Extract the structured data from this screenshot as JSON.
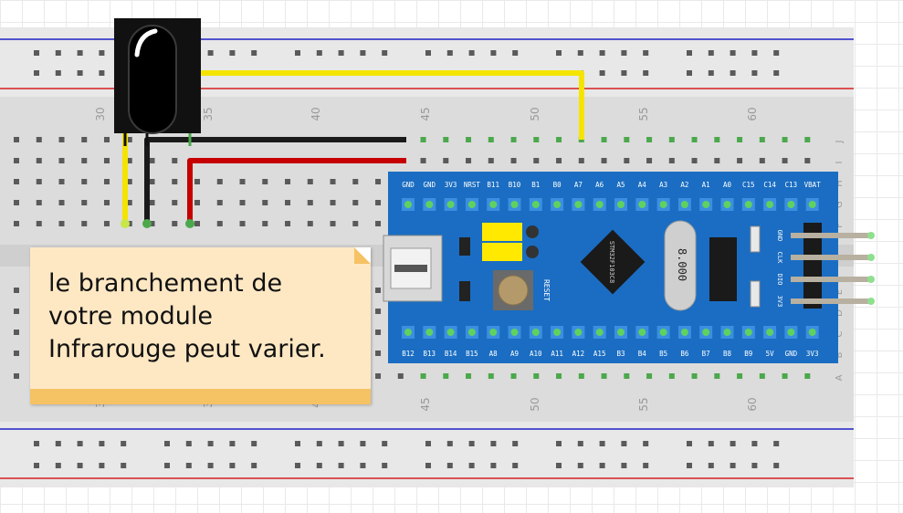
{
  "breadboard": {
    "column_labels_top": [
      "30",
      "35",
      "40",
      "45",
      "50",
      "55",
      "60"
    ],
    "column_labels_bottom": [
      "3",
      "3",
      "4",
      "45",
      "50",
      "55",
      "60"
    ],
    "row_labels": [
      "J",
      "I",
      "H",
      "G",
      "F",
      "E",
      "D",
      "C",
      "B",
      "A"
    ]
  },
  "board": {
    "top_pins": [
      "GND",
      "GND",
      "3V3",
      "NRST",
      "B11",
      "B10",
      "B1",
      "B0",
      "A7",
      "A6",
      "A5",
      "A4",
      "A3",
      "A2",
      "A1",
      "A0",
      "C15",
      "C14",
      "C13",
      "VBAT"
    ],
    "bottom_pins": [
      "B12",
      "B13",
      "B14",
      "B15",
      "A8",
      "A9",
      "A10",
      "A11",
      "A12",
      "A15",
      "B3",
      "B4",
      "B5",
      "B6",
      "B7",
      "B8",
      "B9",
      "5V",
      "GND",
      "3V3"
    ],
    "chip_label": "STM32F103C8",
    "reset_label": "RESET",
    "crystal_label": "8.000",
    "header_pins": [
      "GND",
      "CLK",
      "DIO",
      "3V3"
    ]
  },
  "note": {
    "lines": [
      "le branchement de",
      "votre module",
      "Infrarouge peut varier."
    ]
  },
  "colors": {
    "breadboard": "#d9d9d9",
    "rail": "#e9e9e9",
    "board": "#1a6dc2",
    "wire_signal": "#f5e400",
    "wire_ground": "#1a1a1a",
    "wire_power": "#c60000",
    "rail_red": "#d62020",
    "rail_blue": "#2020c8",
    "note": "#fee8c4",
    "note_accent": "#f5c264"
  }
}
